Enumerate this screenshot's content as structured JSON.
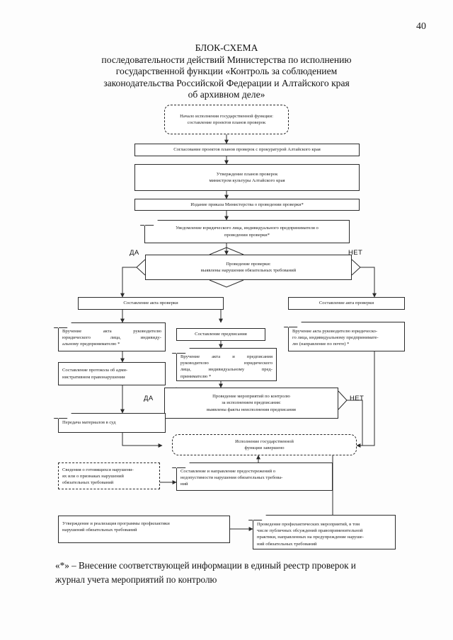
{
  "page": {
    "number": "40"
  },
  "title": {
    "lines": [
      "БЛОК-СХЕМА",
      "последовательности действий Министерства по исполнению",
      "государственной функции «Контроль за соблюдением",
      "законодательства Российской Федерации и Алтайского края",
      "об архивном деле»"
    ]
  },
  "flowchart": {
    "type": "flowchart",
    "decision_labels": {
      "yes": "ДА",
      "no": "НЕТ"
    },
    "nodes": {
      "start": {
        "shape": "rounded-dashed",
        "lines": [
          "Начало исполнения государственной функции:",
          "составление проектов планов проверок"
        ]
      },
      "approval_prosecutor": {
        "shape": "rect",
        "lines": [
          "Согласование проектов планов проверок с прокуратурой Алтайского края"
        ]
      },
      "approval_minister": {
        "shape": "rect",
        "lines": [
          "Утверждение планов проверок",
          "министром культуры Алтайского края"
        ]
      },
      "order_issue": {
        "shape": "rect",
        "lines": [
          "Издание приказа Министерства о проведении проверки*"
        ]
      },
      "notification": {
        "shape": "document",
        "lines": [
          "Уведомление юридического лица, индивидуального предпринимателя о",
          "проведении проверки*"
        ]
      },
      "decision_inspection": {
        "shape": "hexagon-decision",
        "lines": [
          "Проведение проверки:",
          "выявлены нарушения обязательных требований"
        ]
      },
      "act_left": {
        "shape": "rect",
        "lines": [
          "Составление акта проверки"
        ]
      },
      "act_right": {
        "shape": "rect",
        "lines": [
          "Составление акта проверки"
        ]
      },
      "act_delivery_left": {
        "shape": "document",
        "lines": [
          "Вручение акта руководителю",
          "юридического лица, индивиду-",
          "альному предпринимателю *"
        ]
      },
      "prescription": {
        "shape": "rect",
        "lines": [
          "Составление предписания"
        ]
      },
      "act_prescription_delivery": {
        "shape": "document",
        "lines": [
          "Вручение акта и предписания",
          "руководителю юридического",
          "лица, индивидуальному пред-",
          "принимателю *"
        ]
      },
      "act_delivery_right": {
        "shape": "document",
        "lines": [
          "Вручение акта руководителю юридическо-",
          "го лица, индивидуальному предпринимате-",
          "лю (направление по почте) *"
        ]
      },
      "protocol": {
        "shape": "rect",
        "lines": [
          "Составление протокола об адми-",
          "нистративном правонарушении"
        ]
      },
      "decision_control": {
        "shape": "hexagon-decision",
        "lines": [
          "Проведение мероприятий по контролю",
          "за исполнением предписания:",
          "выявлены факты неисполнения предписания"
        ]
      },
      "court": {
        "shape": "document",
        "lines": [
          "Передача материалов в суд"
        ]
      },
      "finish": {
        "shape": "rounded-dashed",
        "lines": [
          "Исполнение государственной",
          "функции завершено"
        ]
      },
      "violation_info": {
        "shape": "dashed-rect",
        "lines": [
          "Сведения о готовящихся нарушени-",
          "ях или о признаках нарушений",
          "обязательных требований"
        ]
      },
      "warnings": {
        "shape": "document",
        "lines": [
          "Составление и направление предостережений о",
          "недопустимости нарушения обязательных требова-",
          "ний"
        ]
      },
      "prevention_program": {
        "shape": "rect",
        "lines": [
          "Утверждение и реализация программы профилактики",
          "нарушений обязательных требований"
        ]
      },
      "prevention_measures": {
        "shape": "document",
        "lines": [
          "Проведение профилактических мероприятий, в том",
          "числе публичных обсуждений правоприменительной",
          "практики, направленных на предупреждение наруше-",
          "ний обязательных требований"
        ]
      }
    }
  },
  "footnote": {
    "lines": [
      "«*» – Внесение соответствующей информации в единый реестр проверок и",
      "журнал учета мероприятий по контролю"
    ]
  }
}
